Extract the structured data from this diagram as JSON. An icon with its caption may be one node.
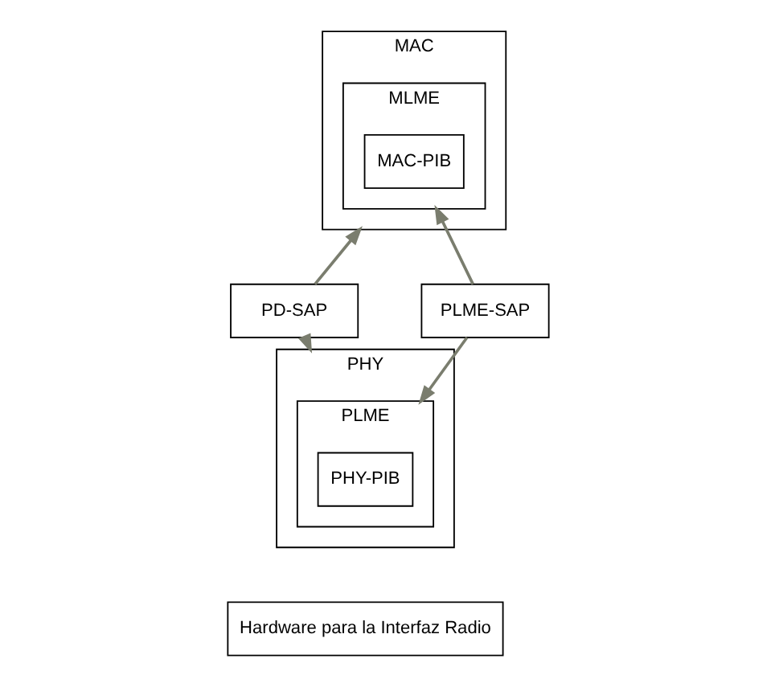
{
  "diagram": {
    "nodes": [
      {
        "text": [
          "MAC"
        ]
      },
      {
        "text": [
          "MLME"
        ],
        "in": 0
      },
      {
        "text": [
          "MAC-PIB"
        ],
        "in": 1
      },
      {
        "text": [
          "PD-SAP"
        ]
      },
      {
        "text": [
          "PLME-SAP"
        ]
      },
      {
        "text": [
          "PHY"
        ]
      },
      {
        "text": [
          "PLME"
        ],
        "in": 5
      },
      {
        "text": [
          "PHY-PIB"
        ],
        "in": 6
      },
      {
        "text": [
          "Hardware para la Interfaz Radio"
        ]
      }
    ],
    "edges": [
      {
        "from": 3,
        "to": 0,
        "arrow": "to"
      },
      {
        "from": 3,
        "to": 5,
        "arrow": "to"
      },
      {
        "from": 4,
        "to": 1,
        "arrow": "to"
      },
      {
        "from": 4,
        "to": 6,
        "arrow": "to"
      }
    ]
  }
}
